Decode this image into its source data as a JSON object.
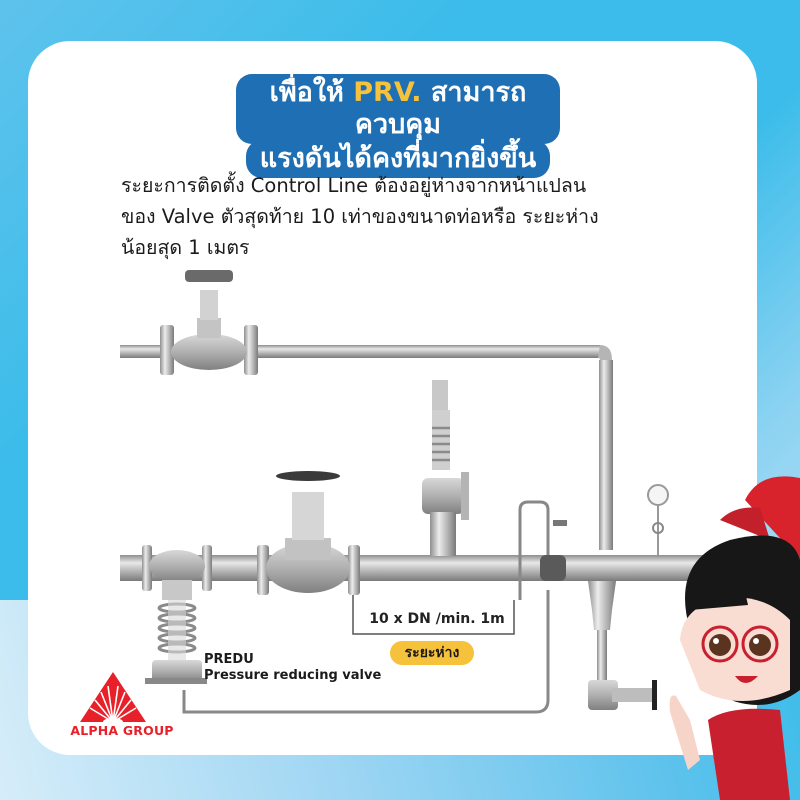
{
  "heading": {
    "line1_prefix": "เพื่อให้",
    "line1_highlight": "PRV.",
    "line1_suffix": "สามารถควบคุม",
    "line2": "แรงดันได้คงที่มากยิ่งขึ้น"
  },
  "body": {
    "line1": "ระยะการติดตั้ง  Control Line ต้องอยู่ห่างจากหน้าแปลน",
    "line2": "ของ Valve ตัวสุดท้าย 10 เท่าของขนาดท่อหรือ ระยะห่าง",
    "line3": "น้อยสุด 1 เมตร"
  },
  "diagram": {
    "dimension_label": "10 x DN /min. 1m",
    "distance_badge": "ระยะห่าง",
    "valve_name": "PREDU",
    "valve_description": "Pressure reducing valve"
  },
  "brand": {
    "name": "ALPHA GROUP",
    "color": "#e8202a"
  },
  "colors": {
    "background": "#3bbcea",
    "heading_bg": "#1f6fb5",
    "highlight": "#f7c23b",
    "mascot_shirt": "#c8202e"
  }
}
